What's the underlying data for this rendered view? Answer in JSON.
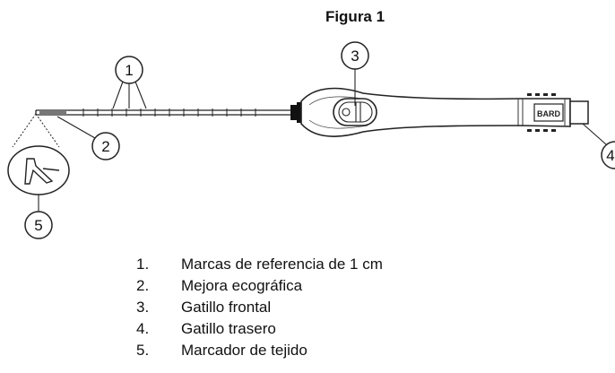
{
  "title": "Figura 1",
  "callouts": [
    "1",
    "2",
    "3",
    "4",
    "5"
  ],
  "device_label": "BARD",
  "legend": [
    {
      "num": "1.",
      "text": "Marcas de referencia de 1 cm"
    },
    {
      "num": "2.",
      "text": "Mejora ecográfica"
    },
    {
      "num": "3.",
      "text": "Gatillo frontal"
    },
    {
      "num": "4.",
      "text": "Gatillo trasero"
    },
    {
      "num": "5.",
      "text": "Marcador de tejido"
    }
  ]
}
